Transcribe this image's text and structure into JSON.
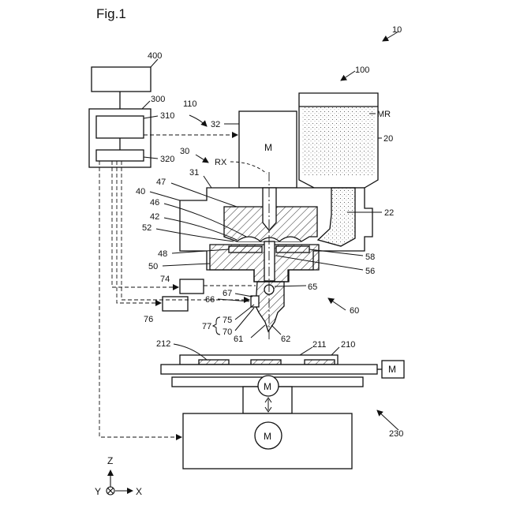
{
  "figure": {
    "title": "Fig.1"
  },
  "labels": {
    "ref_10": "10",
    "ref_100": "100",
    "ref_110": "110",
    "ref_400": "400",
    "ref_300": "300",
    "ref_310": "310",
    "ref_320": "320",
    "ref_32": "32",
    "ref_30": "30",
    "ref_rx": "RX",
    "ref_31": "31",
    "ref_mr": "MR",
    "ref_20": "20",
    "ref_22": "22",
    "ref_47": "47",
    "ref_40": "40",
    "ref_46": "46",
    "ref_42": "42",
    "ref_52": "52",
    "ref_48": "48",
    "ref_50": "50",
    "ref_58": "58",
    "ref_56": "56",
    "ref_74": "74",
    "ref_65": "65",
    "ref_66": "66",
    "ref_67": "67",
    "ref_76": "76",
    "ref_60": "60",
    "ref_77": "77",
    "ref_75": "75",
    "ref_70": "70",
    "ref_61": "61",
    "ref_62": "62",
    "ref_212": "212",
    "ref_211": "211",
    "ref_210": "210",
    "ref_230": "230",
    "motor_m": "M",
    "axis_z": "Z",
    "axis_x": "X",
    "axis_y": "Y"
  },
  "colors": {
    "line": "#111111",
    "fill": "#ffffff"
  }
}
